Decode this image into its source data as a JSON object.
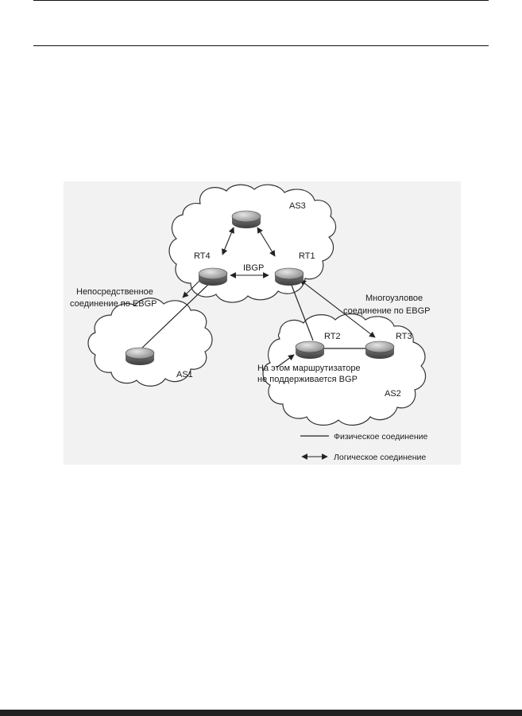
{
  "diagram": {
    "nodes": {
      "top_router": {
        "label": ""
      },
      "rt4": {
        "label": "RT4"
      },
      "rt1": {
        "label": "RT1"
      },
      "rt2": {
        "label": "RT2"
      },
      "rt3": {
        "label": "RT3"
      },
      "as1_router": {
        "label": ""
      }
    },
    "clouds": {
      "as3": "AS3",
      "as1": "AS1",
      "as2": "AS2"
    },
    "link_labels": {
      "ibgp": "IBGP",
      "direct_ebgp_line1": "Непосредственное",
      "direct_ebgp_line2": "соединение по EBGP",
      "multihop_ebgp_line1": "Многоузловое",
      "multihop_ebgp_line2": "соединение по EBGP",
      "no_bgp_line1": "На этом маршрутизаторе",
      "no_bgp_line2": "не поддерживается BGP"
    },
    "legend": {
      "physical": "Физическое соединение",
      "logical": "Логическое соединение"
    }
  }
}
